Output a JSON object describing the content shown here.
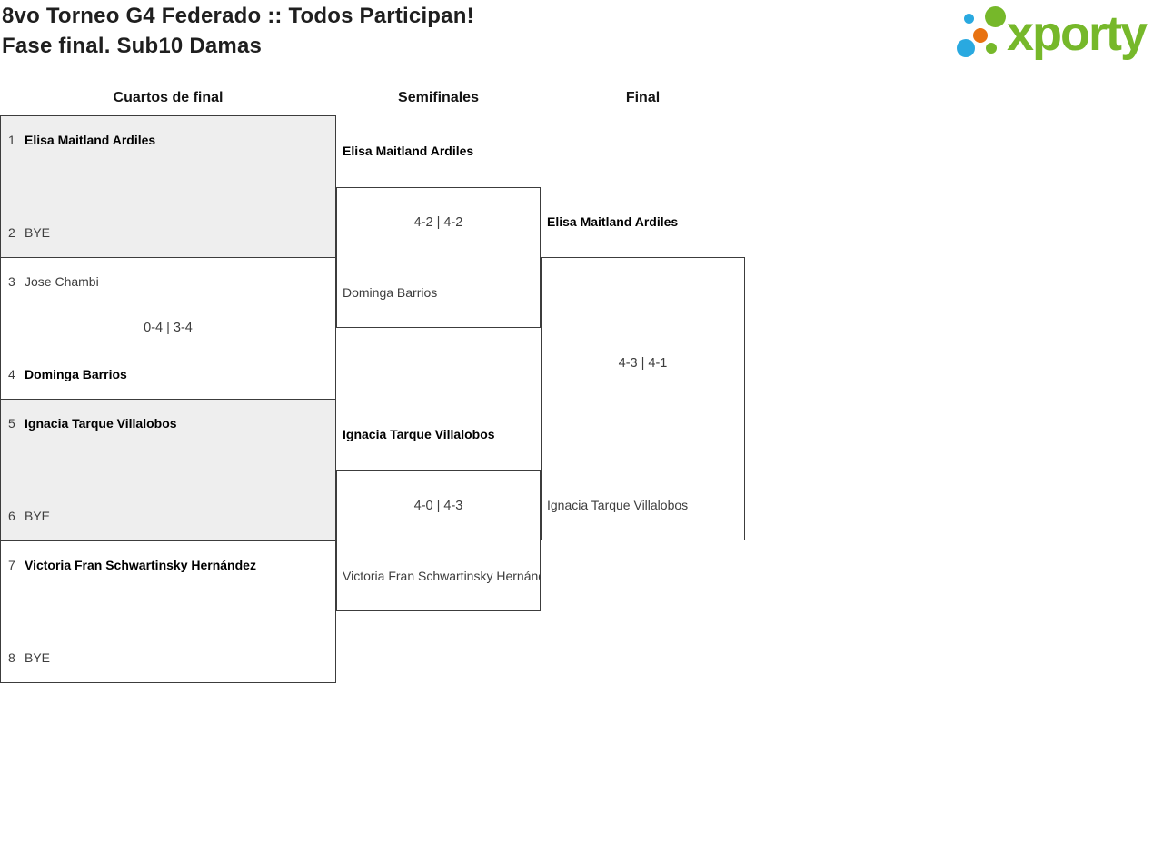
{
  "page": {
    "title_line1": "8vo Torneo G4 Federado :: Todos Participan!",
    "title_line2": "Fase final. Sub10 Damas"
  },
  "logo": {
    "text": "xporty",
    "green": "#76b82a",
    "blue": "#29a9e0",
    "orange": "#e87211"
  },
  "bracket": {
    "rounds": [
      {
        "label": "Cuartos de final",
        "matches": [
          {
            "top_seed": "1",
            "top_name": "Elisa Maitland Ardiles",
            "top_winner": true,
            "bottom_seed": "2",
            "bottom_name": "BYE",
            "bottom_winner": false,
            "score": ""
          },
          {
            "top_seed": "3",
            "top_name": "Jose Chambi",
            "top_winner": false,
            "bottom_seed": "4",
            "bottom_name": "Dominga Barrios",
            "bottom_winner": true,
            "score": "0-4 | 3-4"
          },
          {
            "top_seed": "5",
            "top_name": "Ignacia Tarque Villalobos",
            "top_winner": true,
            "bottom_seed": "6",
            "bottom_name": "BYE",
            "bottom_winner": false,
            "score": ""
          },
          {
            "top_seed": "7",
            "top_name": "Victoria Fran Schwartinsky Hernández",
            "top_winner": true,
            "bottom_seed": "8",
            "bottom_name": "BYE",
            "bottom_winner": false,
            "score": ""
          }
        ]
      },
      {
        "label": "Semifinales",
        "matches": [
          {
            "top_name": "Elisa Maitland Ardiles",
            "top_winner": true,
            "bottom_name": "Dominga Barrios",
            "bottom_winner": false,
            "score": "4-2 | 4-2"
          },
          {
            "top_name": "Ignacia Tarque Villalobos",
            "top_winner": true,
            "bottom_name": "Victoria Fran Schwartinsky Hernández",
            "bottom_winner": false,
            "score": "4-0 | 4-3"
          }
        ]
      },
      {
        "label": "Final",
        "matches": [
          {
            "top_name": "Elisa Maitland Ardiles",
            "top_winner": true,
            "bottom_name": "Ignacia Tarque Villalobos",
            "bottom_winner": false,
            "score": "4-3 | 4-1"
          }
        ]
      }
    ]
  }
}
